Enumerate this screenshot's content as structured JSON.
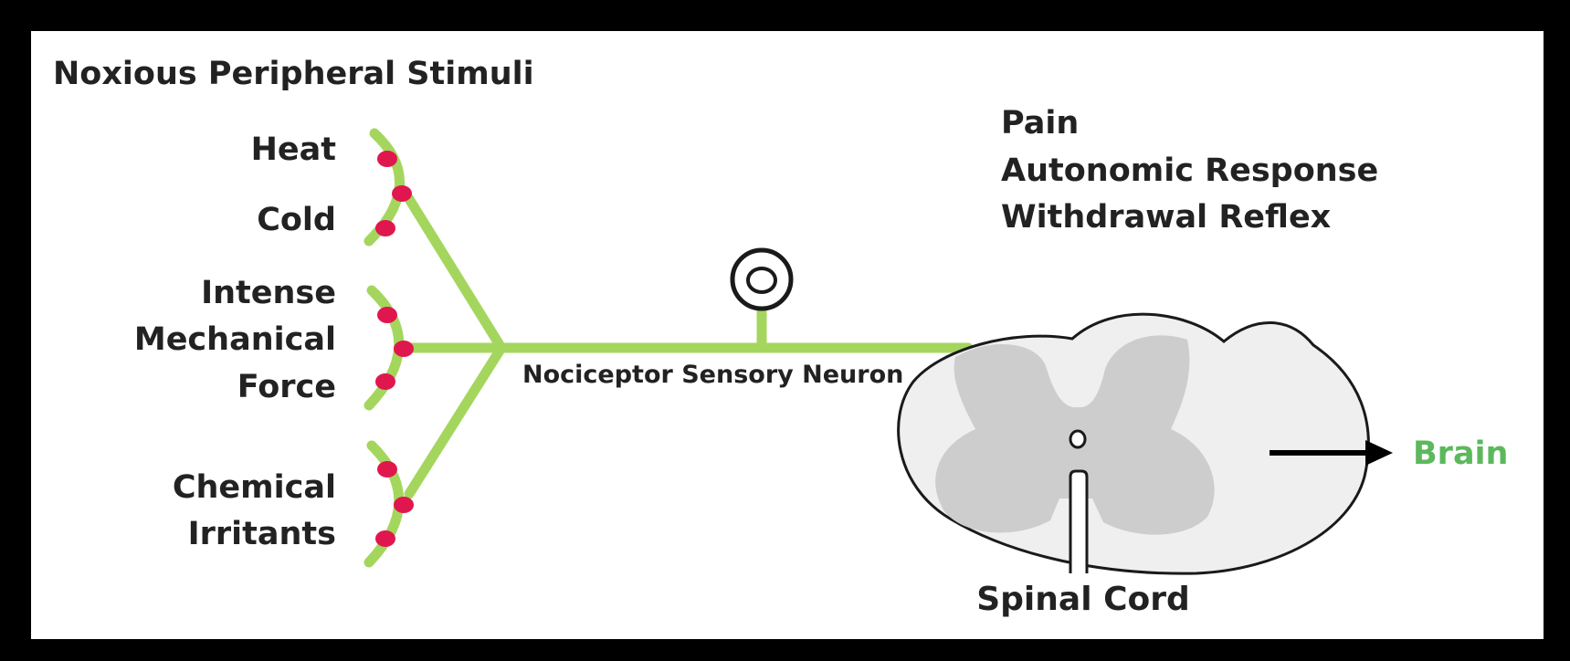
{
  "title": "Noxious Peripheral Stimuli",
  "stimuli": [
    {
      "lines": [
        "Heat"
      ]
    },
    {
      "lines": [
        "Cold"
      ]
    },
    {
      "lines": [
        "Intense",
        "Mechanical",
        "Force"
      ]
    },
    {
      "lines": [
        "Chemical",
        "Irritants"
      ]
    }
  ],
  "neuron_label": "Nociceptor Sensory Neuron",
  "responses": [
    "Pain",
    "Autonomic Response",
    "Withdrawal Reflex"
  ],
  "spinal_cord_label": "Spinal Cord",
  "output_label": "Brain",
  "colors": {
    "neuron": "#a4d65e",
    "receptor": "#e0174f",
    "brain_text": "#5cb85c",
    "gray_matter": "#cdcdcd",
    "cord_fill": "#efefef",
    "frame": "#000000",
    "text": "#222222"
  }
}
